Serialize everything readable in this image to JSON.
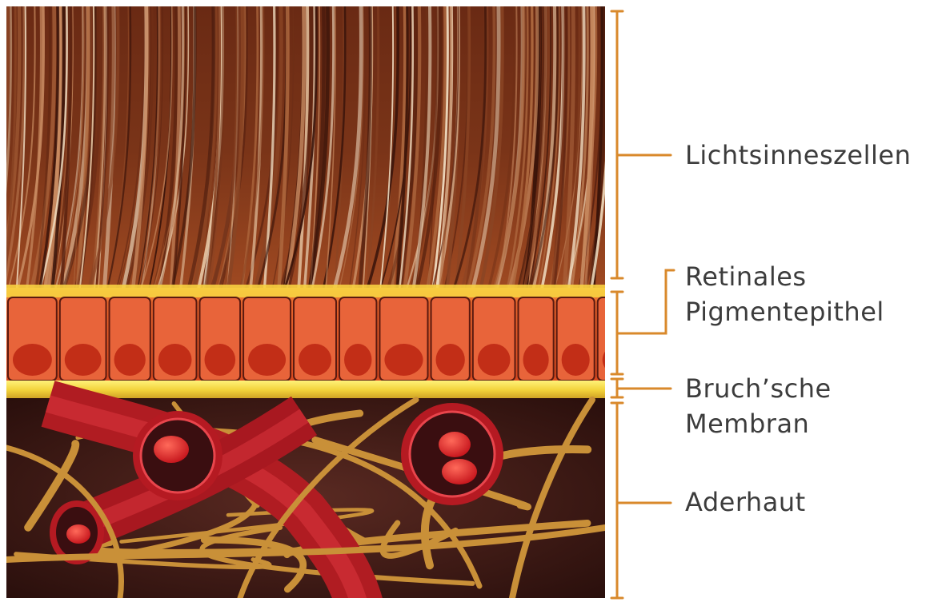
{
  "labels": {
    "photoreceptors": "Lichtsinneszellen",
    "rpe_line1": "Retinales",
    "rpe_line2": "Pigmentepithel",
    "bruch_line1": "Bruch’sche",
    "bruch_line2": "Membran",
    "choroid": "Aderhaut"
  },
  "colors": {
    "bracket": "#d9892b",
    "label_text": "#3c3c3c",
    "photoreceptor_dark": "#4a1a0c",
    "photoreceptor_light": "#e8c9a6",
    "rpe_cell": "#e2572a",
    "rpe_nucleus": "#b8200f",
    "membrane": "#f2d23a",
    "choroid_bg": "#3a1814",
    "fibers": "#c99038",
    "vessel": "#c8232a",
    "blood_cell": "#e0262c"
  },
  "icons": {
    "photoreceptor_layer": "photoreceptor-layer-illustration",
    "rpe_layer": "retinal-pigment-epithelium-illustration",
    "membrane_layer": "bruchs-membrane-illustration",
    "choroid_layer": "choroid-blood-vessels-illustration"
  }
}
